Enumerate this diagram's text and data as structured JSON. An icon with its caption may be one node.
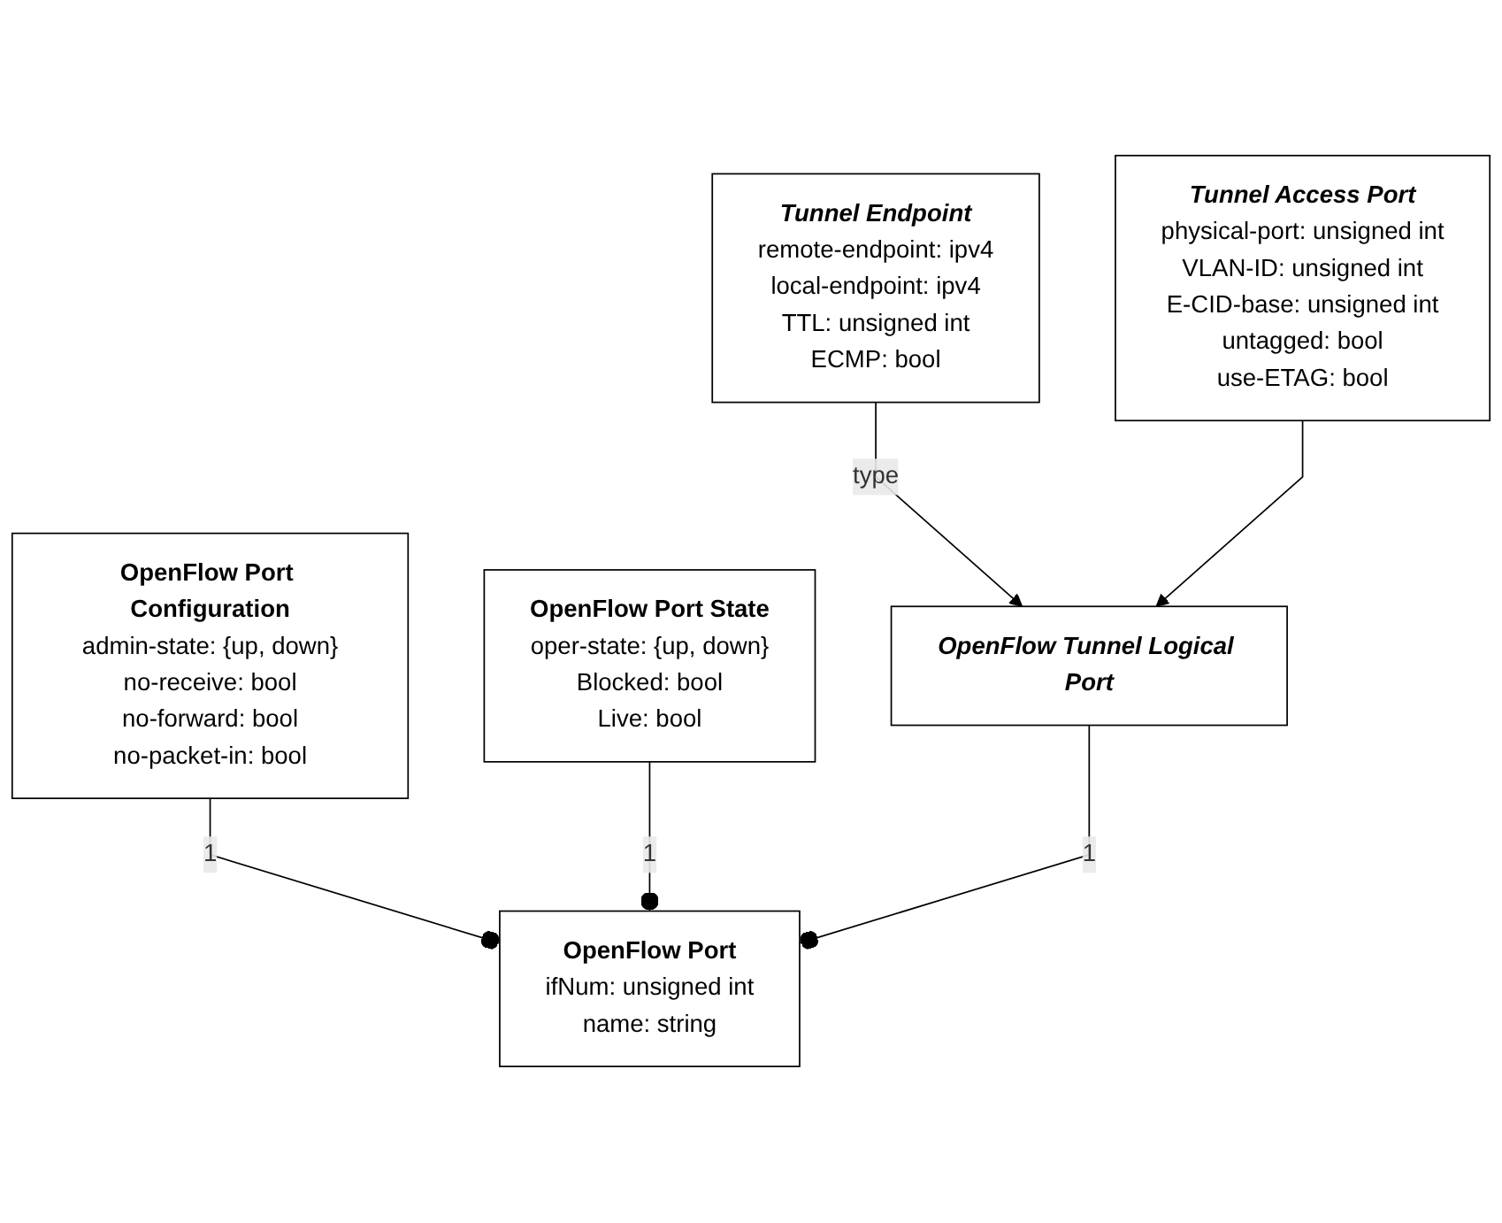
{
  "diagram": {
    "nodes": [
      {
        "text": [
          "OpenFlow Port",
          "ifNum: unsigned int",
          "name: string"
        ]
      },
      {
        "text": [
          "OpenFlow Port Configuration",
          "admin-state: {up, down}",
          "no-receive: bool",
          "no-forward: bool",
          "no-packet-in: bool"
        ]
      },
      {
        "text": [
          "OpenFlow Port State",
          "oper-state: {up, down}",
          "Blocked: bool",
          "Live: bool"
        ]
      },
      {
        "text": [
          "OpenFlow Tunnel Logical Port"
        ]
      },
      {
        "text": [
          "Tunnel Endpoint",
          "remote-endpoint: ipv4",
          "local-endpoint: ipv4",
          "TTL: unsigned int",
          "ECMP: bool"
        ]
      },
      {
        "text": [
          "Tunnel Access Port",
          "physical-port: unsigned int",
          "VLAN-ID: unsigned int",
          "E-CID-base: unsigned int",
          "untagged: bool",
          "use-ETAG: bool"
        ]
      }
    ],
    "edges": [
      {
        "from": 1,
        "to": 0,
        "arrow": "other",
        "label": "1"
      },
      {
        "from": 2,
        "to": 0,
        "arrow": "other",
        "label": "1"
      },
      {
        "from": 3,
        "to": 0,
        "arrow": "other",
        "label": "1"
      },
      {
        "from": 4,
        "to": 3,
        "arrow": "to",
        "label": "type"
      },
      {
        "from": 5,
        "to": 3,
        "arrow": "to"
      }
    ]
  }
}
